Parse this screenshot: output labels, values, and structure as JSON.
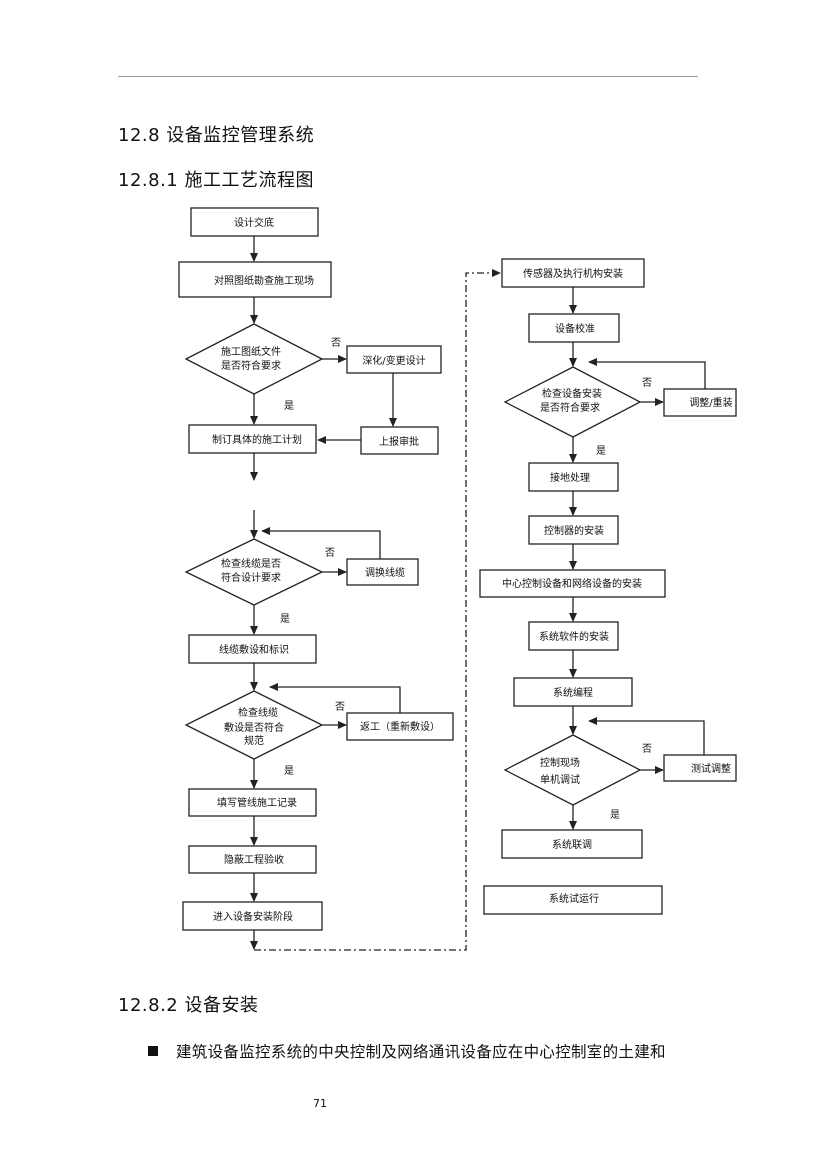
{
  "section": {
    "title": "12.8 设备监控管理系统",
    "sub1": "12.8.1 施工工艺流程图",
    "sub2": "12.8.2 设备安装"
  },
  "flowchart": {
    "left": {
      "design_briefing": "设计交底",
      "compare_drawings": "对照图纸勘查施工现场",
      "check_docs_line1": "施工图纸文件",
      "check_docs_line2": "是否符合要求",
      "deepen_design": "深化/变更设计",
      "submit_review": "上报审批",
      "plan": "制订具体的施工计划",
      "check_cable_line1": "检查线缆是否",
      "check_cable_line2": "符合设计要求",
      "replace_cable": "调换线缆",
      "lay_cable": "线缆敷设和标识",
      "check_lay_line1": "检查线缆",
      "check_lay_line2": "敷设是否符合",
      "check_lay_line3": "规范",
      "rework": "返工（重新敷设）",
      "record": "填写管线施工记录",
      "hidden_acceptance": "隐蔽工程验收",
      "enter_install": "进入设备安装阶段"
    },
    "right": {
      "sensor_install": "传感器及执行机构安装",
      "calibrate": "设备校准",
      "check_install_line1": "检查设备安装",
      "check_install_line2": "是否符合要求",
      "adjust": "调整/重装",
      "grounding": "接地处理",
      "controller_install": "控制器的安装",
      "center_install": "中心控制设备和网络设备的安装",
      "software_install": "系统软件的安装",
      "programming": "系统编程",
      "site_test_line1": "控制现场",
      "site_test_line2": "单机调试",
      "test_adjust": "测试调整",
      "joint_debug": "系统联调",
      "trial_run": "系统试运行"
    },
    "yes_label": "是",
    "no_label": "否"
  },
  "body": {
    "bullet1": "建筑设备监控系统的中央控制及网络通讯设备应在中心控制室的土建和"
  },
  "footer": {
    "page_number": "71"
  }
}
